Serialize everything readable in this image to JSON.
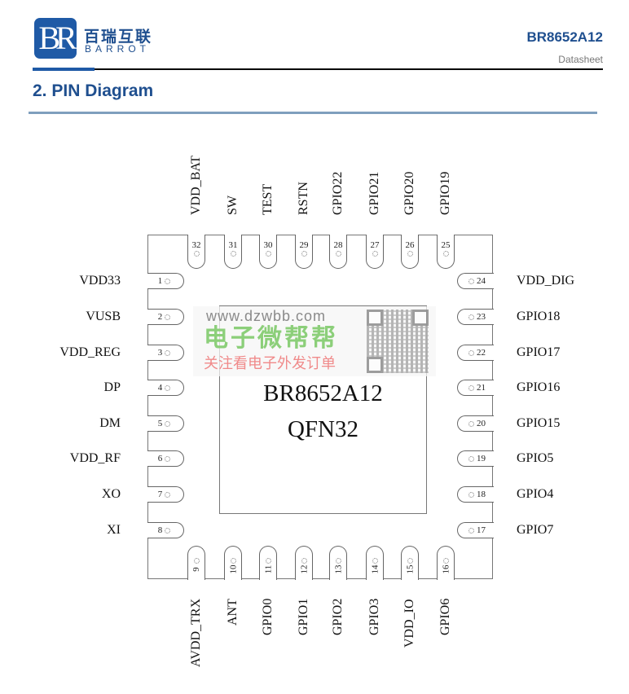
{
  "header": {
    "logo_mark": "BR",
    "logo_cn": "百瑞互联",
    "logo_en": "BARROT",
    "model": "BR8652A12",
    "doc_type": "Datasheet"
  },
  "section_title": "2. PIN Diagram",
  "chip": {
    "name": "BR8652A12",
    "package": "QFN32"
  },
  "pins": {
    "left": [
      {
        "num": "1",
        "name": "VDD33"
      },
      {
        "num": "2",
        "name": "VUSB"
      },
      {
        "num": "3",
        "name": "VDD_REG"
      },
      {
        "num": "4",
        "name": "DP"
      },
      {
        "num": "5",
        "name": "DM"
      },
      {
        "num": "6",
        "name": "VDD_RF"
      },
      {
        "num": "7",
        "name": "XO"
      },
      {
        "num": "8",
        "name": "XI"
      }
    ],
    "bottom": [
      {
        "num": "9",
        "name": "AVDD_TRX"
      },
      {
        "num": "10",
        "name": "ANT"
      },
      {
        "num": "11",
        "name": "GPIO0"
      },
      {
        "num": "12",
        "name": "GPIO1"
      },
      {
        "num": "13",
        "name": "GPIO2"
      },
      {
        "num": "14",
        "name": "GPIO3"
      },
      {
        "num": "15",
        "name": "VDD_IO"
      },
      {
        "num": "16",
        "name": "GPIO6"
      }
    ],
    "right": [
      {
        "num": "24",
        "name": "VDD_DIG"
      },
      {
        "num": "23",
        "name": "GPIO18"
      },
      {
        "num": "22",
        "name": "GPIO17"
      },
      {
        "num": "21",
        "name": "GPIO16"
      },
      {
        "num": "20",
        "name": "GPIO15"
      },
      {
        "num": "19",
        "name": "GPIO5"
      },
      {
        "num": "18",
        "name": "GPIO4"
      },
      {
        "num": "17",
        "name": "GPIO7"
      }
    ],
    "top": [
      {
        "num": "32",
        "name": "VDD_BAT"
      },
      {
        "num": "31",
        "name": "SW"
      },
      {
        "num": "30",
        "name": "TEST"
      },
      {
        "num": "29",
        "name": "RSTN"
      },
      {
        "num": "28",
        "name": "GPIO22"
      },
      {
        "num": "27",
        "name": "GPIO21"
      },
      {
        "num": "26",
        "name": "GPIO20"
      },
      {
        "num": "25",
        "name": "GPIO19"
      }
    ]
  },
  "watermark": {
    "url": "www.dzwbb.com",
    "brand": "电子微帮帮",
    "slogan": "关注看电子外发订单"
  }
}
